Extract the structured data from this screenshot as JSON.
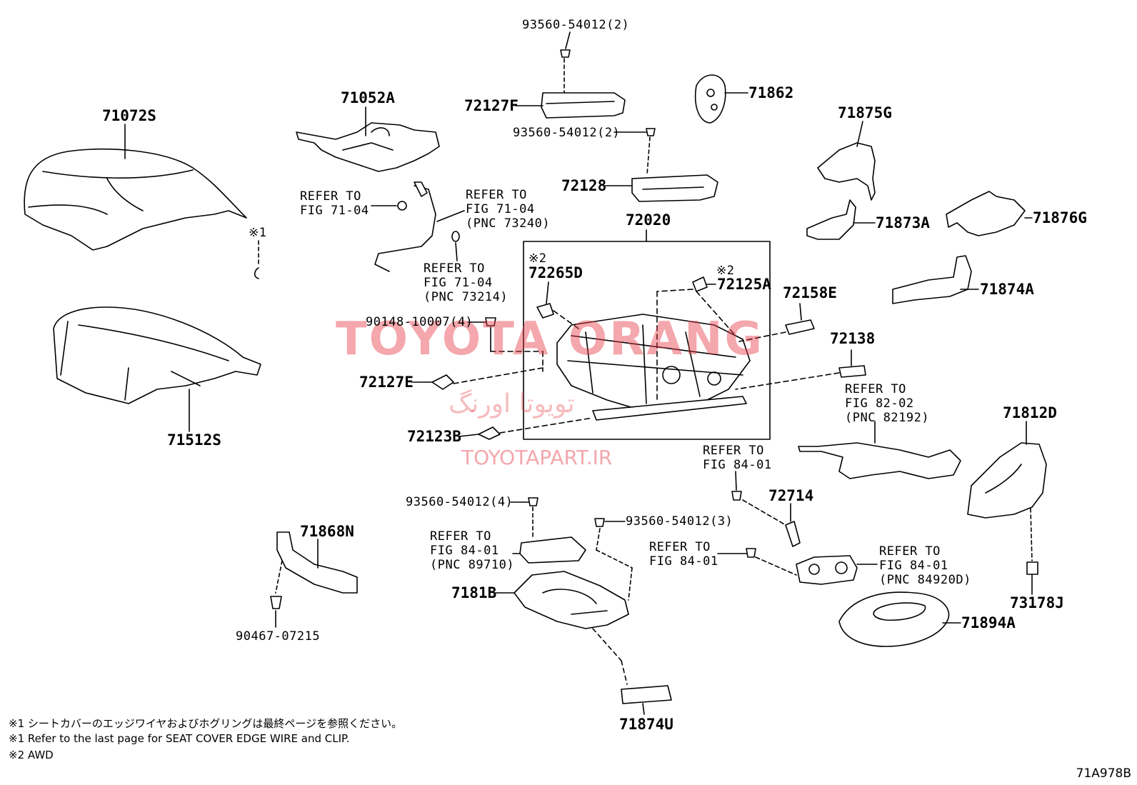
{
  "watermark": {
    "brand": "TOYOTA ORANG",
    "persian": "تویوتا اورنگ",
    "site": "TOYOTAPART.IR"
  },
  "figure_id": "71A978B",
  "markers": {
    "note1": "※1",
    "note2": "※2"
  },
  "labels": {
    "p71072S": "71072S",
    "p71512S": "71512S",
    "p71052A": "71052A",
    "p72127F": "72127F",
    "p72128": "72128",
    "p72020": "72020",
    "p71862": "71862",
    "p71875G": "71875G",
    "p71873A": "71873A",
    "p71876G": "71876G",
    "p71874A": "71874A",
    "p72265D": "72265D",
    "p72125A": "72125A",
    "p72158E": "72158E",
    "p72138": "72138",
    "p72127E": "72127E",
    "p72123B": "72123B",
    "p71812D": "71812D",
    "p72714": "72714",
    "p71868N": "71868N",
    "p7181B": "7181B",
    "p71874U": "71874U",
    "p71894A": "71894A",
    "p73178J": "73178J",
    "b93560_top": "93560-54012(2)",
    "b93560_mid": "93560-54012(2)",
    "b90148": "90148-10007(4)",
    "b93560_4": "93560-54012(4)",
    "b93560_3": "93560-54012(3)",
    "b90467": "90467-07215"
  },
  "refs": {
    "r1": [
      "REFER TO",
      "FIG 71-04"
    ],
    "r2": [
      "REFER TO",
      "FIG 71-04",
      "(PNC 73240)"
    ],
    "r3": [
      "REFER TO",
      "FIG 71-04",
      "(PNC 73214)"
    ],
    "r4": [
      "REFER TO",
      "FIG 82-02",
      "(PNC 82192)"
    ],
    "r5": [
      "REFER TO",
      "FIG 84-01"
    ],
    "r6": [
      "REFER TO",
      "FIG 84-01",
      "(PNC 89710)"
    ],
    "r7": [
      "REFER TO",
      "FIG 84-01"
    ],
    "r8": [
      "REFER TO",
      "FIG 84-01",
      "(PNC 84920D)"
    ]
  },
  "notes": [
    "※1 シートカバーのエッジワイヤおよびホグリングは最終ページを参照ください。",
    "※1 Refer to the last page for SEAT COVER EDGE WIRE and CLIP.",
    "※2 AWD"
  ]
}
